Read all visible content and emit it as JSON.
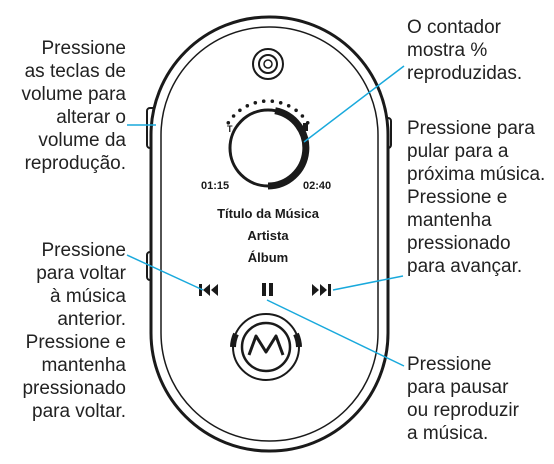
{
  "callouts": {
    "volume": [
      "Pressione",
      "as teclas de",
      "volume para",
      "alterar o",
      "volume da",
      "reprodução."
    ],
    "previous": [
      "Pressione",
      "para voltar",
      "à música",
      "anterior.",
      "Pressione e",
      "mantenha",
      "pressionado",
      "para voltar."
    ],
    "counter": [
      "O contador",
      "mostra %",
      "reproduzidas."
    ],
    "next": [
      "Pressione para",
      "pular para a",
      "próxima música.",
      "Pressione e",
      "mantenha",
      "pressionado",
      "para avançar."
    ],
    "pause": [
      "Pressione",
      "para pausar",
      "ou reproduzir",
      "a música."
    ]
  },
  "device": {
    "time_elapsed": "01:15",
    "time_total": "02:40",
    "song_title": "Título da Música",
    "artist": "Artista",
    "album": "Álbum",
    "progress_fraction": 0.47
  },
  "icons": {
    "previous": "previous-track-icon",
    "pause": "pause-icon",
    "next": "next-track-icon",
    "logo": "motorola-logo",
    "camera": "camera-lens-icon",
    "shuffle": "shuffle-icon",
    "repeat": "repeat-icon"
  }
}
